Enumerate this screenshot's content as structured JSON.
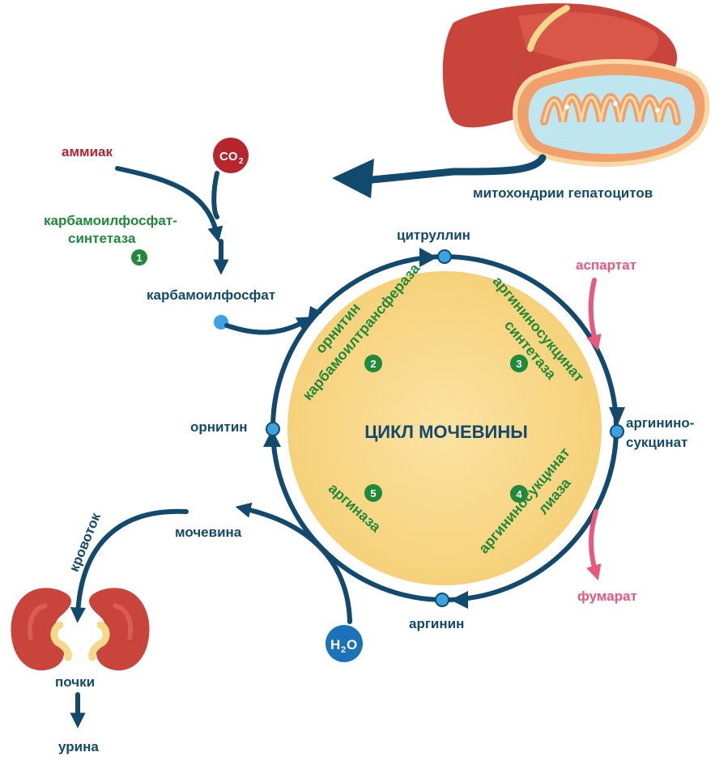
{
  "title": "ЦИКЛ МОЧЕВИНЫ",
  "labels": {
    "ammonia": "аммиак",
    "co2_main": "CO",
    "co2_sub": "2",
    "cps_enzyme_line1": "карбамоилфосфат-",
    "cps_enzyme_line2": "синтетаза",
    "carbamoyl_phosphate": "карбамоилфосфат",
    "mitochondria": "митохондрии гепатоцитов",
    "citrulline": "цитруллин",
    "aspartate": "аспартат",
    "argininosuccinate_line1": "аргинино-",
    "argininosuccinate_line2": "сукцинат",
    "fumarate": "фумарат",
    "arginine": "аргинин",
    "ornithine": "орнитин",
    "urea": "мочевина",
    "bloodstream": "кровоток",
    "kidneys": "почки",
    "urine": "урина",
    "h2o_h": "H",
    "h2o_sub": "2",
    "h2o_o": "O"
  },
  "enzymes": [
    {
      "number": "1"
    },
    {
      "number": "2",
      "line1": "орнитин",
      "line2": "карбамоилтрансфераза"
    },
    {
      "number": "3",
      "line1": "аргининосукцинат",
      "line2": "синтетаза"
    },
    {
      "number": "4",
      "line1": "аргининосукцинат",
      "line2": "лиаза"
    },
    {
      "number": "5",
      "line1": "аргиназа"
    }
  ],
  "colors": {
    "navy": "#124a6e",
    "green": "#1f8a3a",
    "red": "#b8262d",
    "pink": "#e9597c",
    "blue_dot": "#3aa3e0",
    "center_fill": "#f9d98a",
    "h2o_blue": "#1a72b8"
  },
  "icons": [
    "liver-icon",
    "mitochondrion-icon",
    "kidney-icon"
  ]
}
